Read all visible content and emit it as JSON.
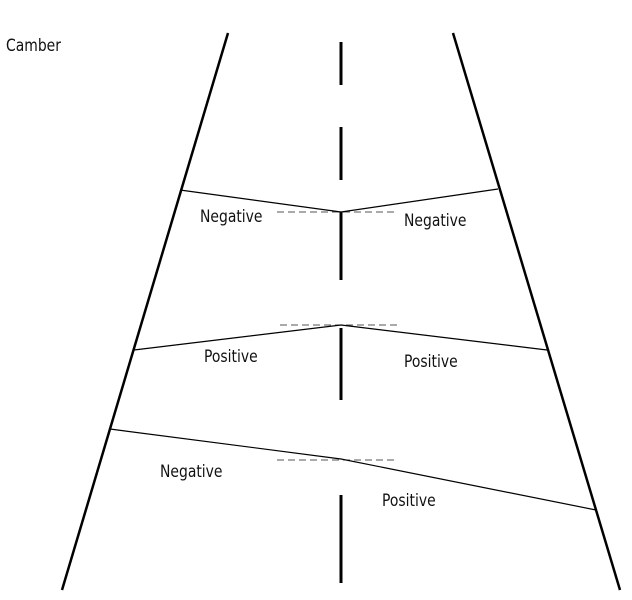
{
  "title": "Camber",
  "labels": {
    "top_left": "Negative",
    "top_right": "Negative",
    "middle_left": "Positive",
    "middle_right": "Positive",
    "bottom_left": "Negative",
    "bottom_right": "Positive"
  },
  "colors": {
    "line": "#000000",
    "reference": "#555555"
  }
}
